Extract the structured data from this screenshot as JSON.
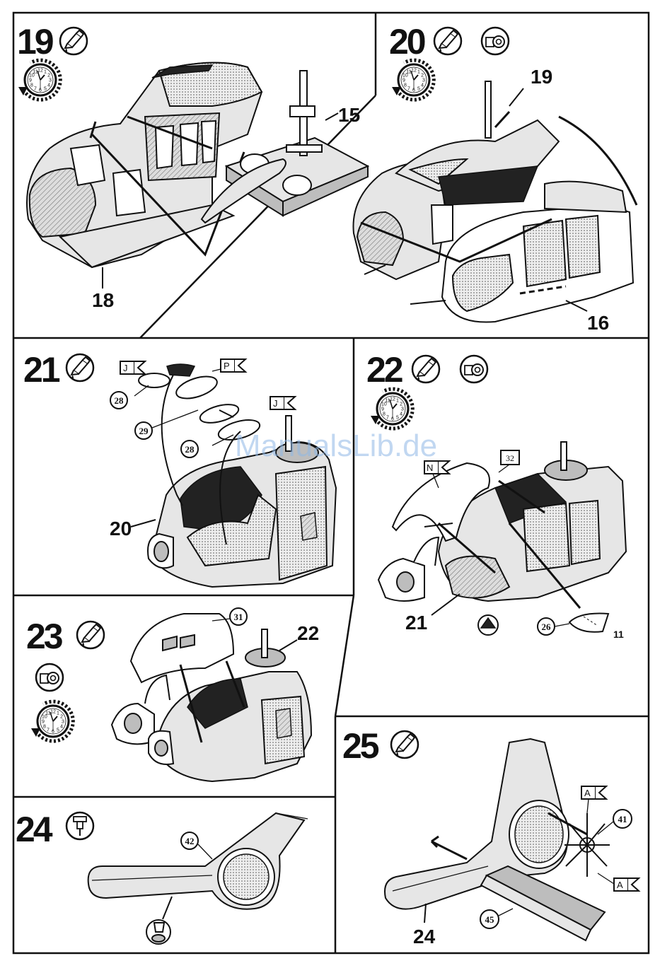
{
  "watermark": "ManualsLib.de",
  "steps": [
    {
      "number": "19",
      "callouts": [
        "15",
        "18"
      ]
    },
    {
      "number": "20",
      "callouts": [
        "19",
        "16"
      ]
    },
    {
      "number": "21",
      "callouts": [
        "20"
      ],
      "parts": [
        "28",
        "29",
        "28"
      ],
      "flags": [
        "J",
        "P",
        "J"
      ]
    },
    {
      "number": "22",
      "callouts": [
        "21",
        "11"
      ],
      "parts": [
        "26"
      ],
      "boxes": [
        "32"
      ],
      "flags": [
        "N"
      ]
    },
    {
      "number": "23",
      "callouts": [
        "22"
      ],
      "parts": [
        "31"
      ]
    },
    {
      "number": "24",
      "parts": [
        "42"
      ]
    },
    {
      "number": "25",
      "callouts": [
        "24"
      ],
      "parts": [
        "41",
        "45"
      ],
      "flags": [
        "A",
        "A"
      ]
    }
  ],
  "clock_numbers": [
    "12",
    "1",
    "2",
    "3",
    "4",
    "5",
    "6",
    "7",
    "8",
    "9",
    "10",
    "11"
  ],
  "icons": {
    "glue": "glue-tube-icon",
    "wait": "clock-wait-icon",
    "tape": "tape-roll-icon",
    "drill": "hand-drill-icon",
    "warning": "warning-icon"
  }
}
